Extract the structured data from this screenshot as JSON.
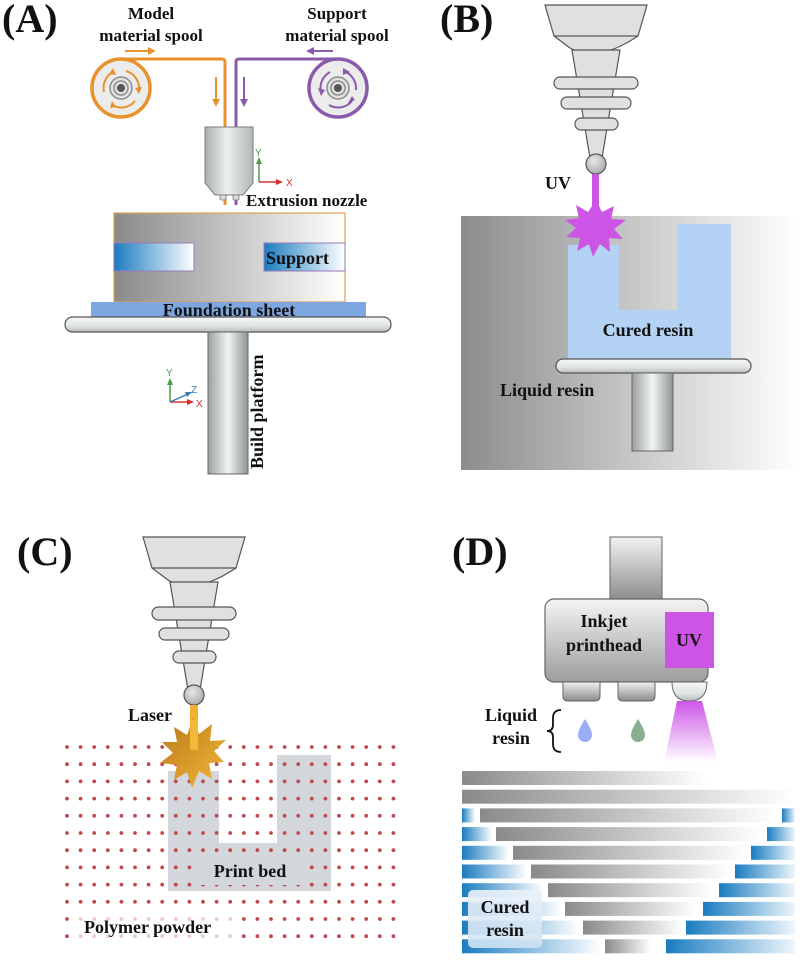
{
  "panels": {
    "a": {
      "label": "(A)",
      "model_spool": [
        "Model",
        "material spool"
      ],
      "support_spool": [
        "Support",
        "material spool"
      ],
      "extrusion_nozzle": "Extrusion nozzle",
      "support": "Support",
      "foundation_sheet": "Foundation sheet",
      "build_platform": "Build platform",
      "axes_top": {
        "y": "Y",
        "x": "X"
      },
      "axes_bottom": {
        "y": "Y",
        "z": "Z",
        "x": "X"
      }
    },
    "b": {
      "label": "(B)",
      "uv": "UV",
      "cured_resin": "Cured resin",
      "liquid_resin": "Liquid resin"
    },
    "c": {
      "label": "(C)",
      "laser": "Laser",
      "print_bed": "Print bed",
      "polymer_powder": "Polymer powder"
    },
    "d": {
      "label": "(D)",
      "printhead": [
        "Inkjet",
        "printhead"
      ],
      "uv": "UV",
      "liquid_resin": [
        "Liquid",
        "resin"
      ],
      "cured_resin": [
        "Cured",
        "resin"
      ]
    }
  },
  "colors": {
    "model_material": "#e8922e",
    "support_material": "#8a5aab",
    "uv": "#cc55e6",
    "laser": "#f0b030",
    "cured_resin_b": "#b4d2f4",
    "foundation_sheet": "#7ea6e0",
    "powder_dot": "#c0484e",
    "support_blue": "#1a7cc0",
    "drop_blue": "#9aaef8",
    "drop_green": "#8aae90"
  }
}
